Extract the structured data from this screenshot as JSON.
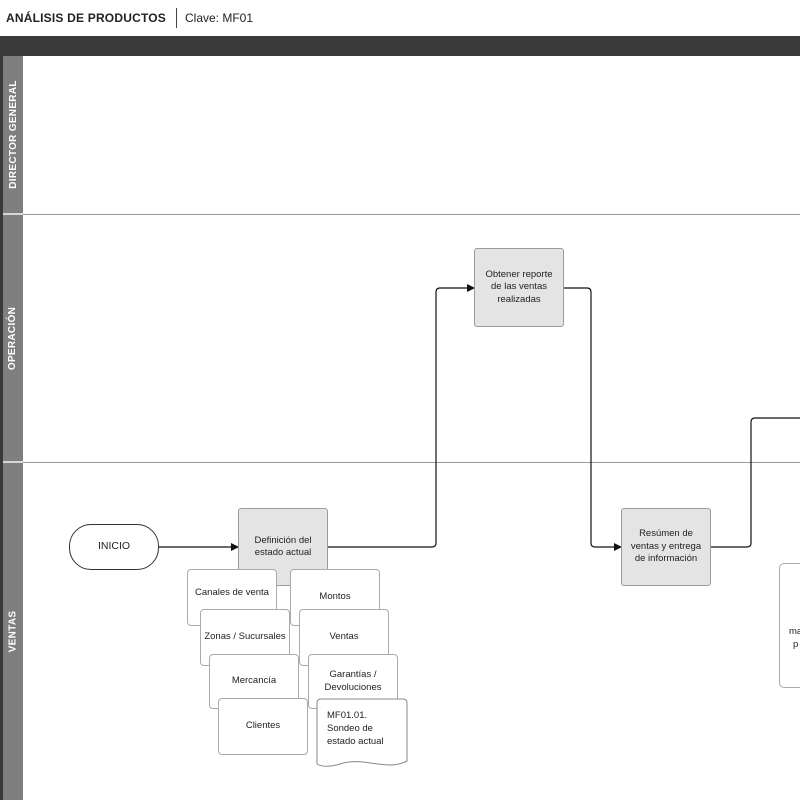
{
  "header": {
    "title": "ANÁLISIS DE PRODUCTOS",
    "clave": "Clave: MF01"
  },
  "lanes": [
    {
      "label": "DIRECTOR GENERAL"
    },
    {
      "label": "OPERACIÓN"
    },
    {
      "label": "VENTAS"
    }
  ],
  "nodes": {
    "inicio": "INICIO",
    "definicion": "Definición del estado actual",
    "obtener": "Obtener reporte de las ventas realizadas",
    "resumen": "Resúmen de ventas y entrega de información",
    "partial_line1": "ma",
    "partial_line2": "p"
  },
  "documents": {
    "canales": "Canales de venta",
    "zonas": "Zonas / Sucursales",
    "mercancia": "Mercancía",
    "clientes": "Clientes",
    "montos": "Montos",
    "ventas": "Ventas",
    "garantias": "Garantías / Devoluciones",
    "mf0101": "MF01.01. Sondeo de estado actual"
  },
  "colors": {
    "lane_bar": "#7f7f7f",
    "top_bar": "#3a3a3a",
    "process_fill": "#e4e4e4"
  }
}
